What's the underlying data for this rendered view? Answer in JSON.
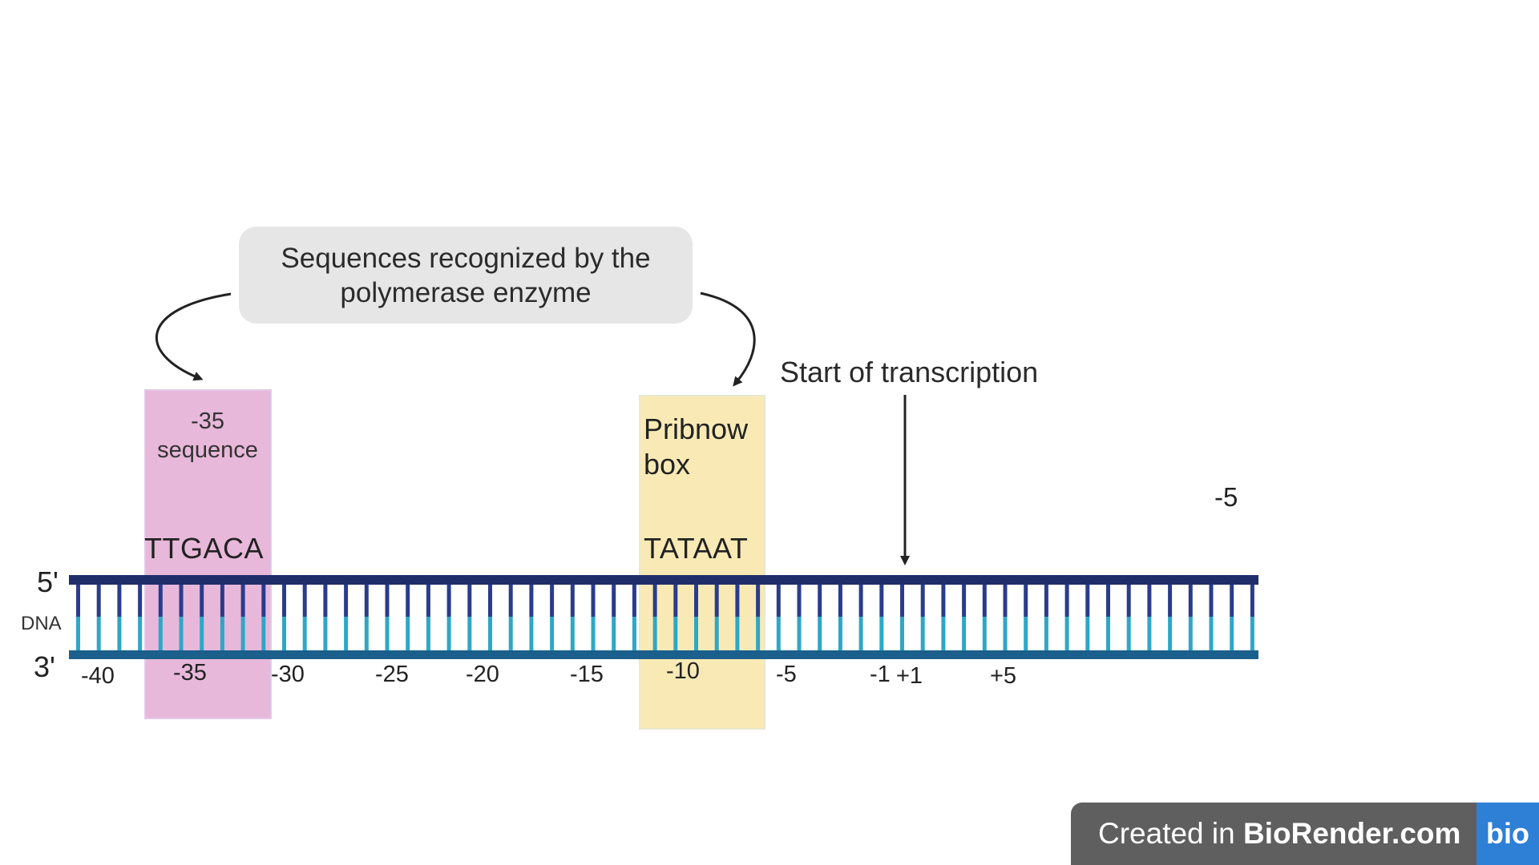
{
  "callout": {
    "text_line1": "Sequences recognized by the",
    "text_line2": "polymerase enzyme"
  },
  "minus35": {
    "label_line1": "-35",
    "label_line2": "sequence",
    "sequence": "TTGACA",
    "highlight_color": "#e0a0cd"
  },
  "pribnow": {
    "label_line1": "Pribnow",
    "label_line2": "box",
    "sequence": "TATAAT",
    "highlight_color": "#f7e4a0"
  },
  "transcription": {
    "label": "Start of transcription"
  },
  "stray_label": "-5",
  "dna": {
    "five_prime": "5'",
    "three_prime": "3'",
    "label": "DNA",
    "top_strand_color": "#1f2d6b",
    "bottom_strand_color": "#1b5f8c",
    "rung_upper_color": "#2a3c8c",
    "rung_lower_color": "#2ea7c7",
    "ticks": [
      "-40",
      "-35",
      "-30",
      "-25",
      "-20",
      "-15",
      "-10",
      "-5",
      "-1",
      "+1",
      "+5"
    ]
  },
  "footer": {
    "prefix": "Created in ",
    "brand": "BioRender.com",
    "logo": "bio"
  }
}
